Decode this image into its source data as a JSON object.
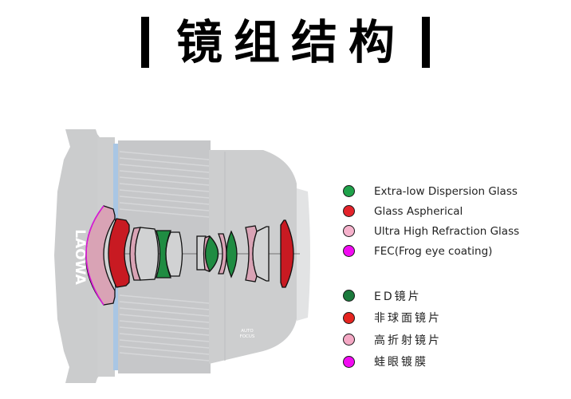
{
  "title": {
    "text": "镜组结构",
    "left_bar": "|",
    "right_bar": "|"
  },
  "lens": {
    "brand_mark": "LAOWA",
    "side_label_line1": "AUTO",
    "side_label_line2": "FOCUS",
    "body_color": "#c9cacc",
    "ring_accent_color": "#9fc3e6"
  },
  "colors": {
    "ed_glass": "#1e9447",
    "aspherical": "#d91f26",
    "uhr_glass": "#f0a6c4",
    "fec_coating": "#ee10ee",
    "ed_glass_dark": "#1b7a3c",
    "aspherical_dark": "#e52420",
    "uhr_glass_zh": "#f4a8c4",
    "fec_zh": "#f20af2"
  },
  "legend_en": {
    "items": [
      {
        "label": "Extra-low Dispersion Glass",
        "color": "#1fa24a"
      },
      {
        "label": "Glass Aspherical",
        "color": "#e4232b"
      },
      {
        "label": "Ultra High Refraction Glass",
        "color": "#f5b1cb"
      },
      {
        "label": "FEC(Frog eye coating)",
        "color": "#f20af2"
      }
    ]
  },
  "legend_zh": {
    "items": [
      {
        "label": "ED镜片",
        "color": "#1b7a3c"
      },
      {
        "label": "非球面镜片",
        "color": "#e52420"
      },
      {
        "label": "高折射镜片",
        "color": "#f4a8c4"
      },
      {
        "label": "蛙眼镀膜",
        "color": "#f20af2"
      }
    ]
  }
}
